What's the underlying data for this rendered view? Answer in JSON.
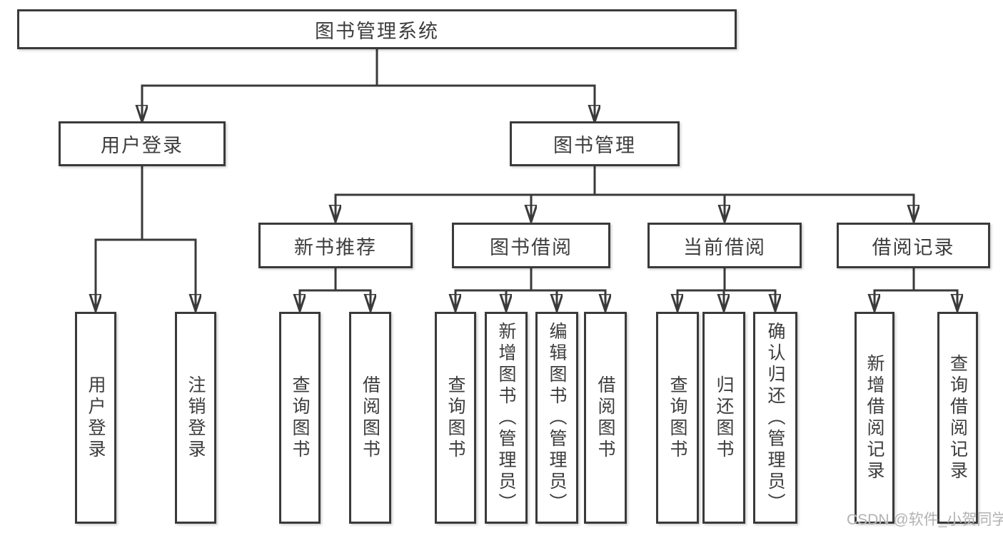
{
  "tree": {
    "root": {
      "label": "图书管理系统",
      "children": [
        {
          "label": "用户登录",
          "children": [
            {
              "label": "用户登录"
            },
            {
              "label": "注销登录"
            }
          ]
        },
        {
          "label": "图书管理",
          "children": [
            {
              "label": "新书推荐",
              "children": [
                {
                  "label": "查询图书"
                },
                {
                  "label": "借阅图书"
                }
              ]
            },
            {
              "label": "图书借阅",
              "children": [
                {
                  "label": "查询图书"
                },
                {
                  "label": "新增图书（管理员）"
                },
                {
                  "label": "编辑图书（管理员）"
                },
                {
                  "label": "借阅图书"
                }
              ]
            },
            {
              "label": "当前借阅",
              "children": [
                {
                  "label": "查询图书"
                },
                {
                  "label": "归还图书"
                },
                {
                  "label": "确认归还（管理员）"
                }
              ]
            },
            {
              "label": "借阅记录",
              "children": [
                {
                  "label": "新增借阅记录"
                },
                {
                  "label": "查询借阅记录"
                }
              ]
            }
          ]
        }
      ]
    }
  },
  "watermark": "CSDN @软件_小贺同学",
  "colors": {
    "line": "#3a3a3a",
    "box_border": "#3a3a3a",
    "box_background": "#ffffff",
    "text": "#3d3d3d",
    "watermark": "#b2b2b2",
    "background": "#ffffff"
  }
}
